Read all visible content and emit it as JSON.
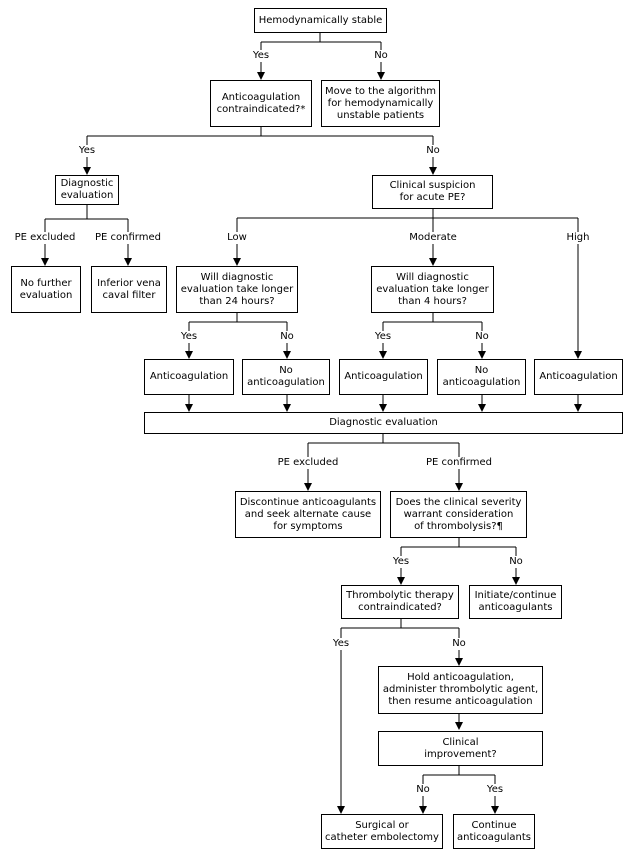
{
  "nodes": {
    "hemo_stable": "Hemodynamically stable",
    "anticoag_contra": "Anticoagulation\ncontraindicated?*",
    "unstable_algo": "Move to the algorithm\nfor hemodynamically\nunstable patients",
    "diag_eval_left": "Diagnostic\nevaluation",
    "clinical_suspicion": "Clinical suspicion\nfor acute PE?",
    "no_further": "No further\nevaluation",
    "ivc_filter": "Inferior vena\ncaval filter",
    "low_q": "Will diagnostic\nevaluation take longer\nthan 24 hours?",
    "mod_q": "Will diagnostic\nevaluation take longer\nthan 4 hours?",
    "anticoag_1": "Anticoagulation",
    "no_anticoag_1": "No\nanticoagulation",
    "anticoag_2": "Anticoagulation",
    "no_anticoag_2": "No\nanticoagulation",
    "anticoag_3": "Anticoagulation",
    "diag_eval_main": "Diagnostic evaluation",
    "discontinue": "Discontinue anticoagulants\nand seek alternate cause\nfor symptoms",
    "severity_q": "Does the clinical severity\nwarrant consideration\nof thrombolysis?¶",
    "thrombo_contra": "Thrombolytic therapy\ncontraindicated?",
    "initiate_continue": "Initiate/continue\nanticoagulants",
    "hold_anticoag": "Hold anticoagulation,\nadminister thrombolytic agent,\nthen resume anticoagulation",
    "clinical_improvement": "Clinical\nimprovement?",
    "surgical": "Surgical or\ncatheter embolectomy",
    "continue_anticoag": "Continue\nanticoagulants"
  },
  "labels": {
    "yes_1": "Yes",
    "no_1": "No",
    "yes_2": "Yes",
    "no_2": "No",
    "pe_excluded_1": "PE excluded",
    "pe_confirmed_1": "PE confirmed",
    "low": "Low",
    "moderate": "Moderate",
    "high": "High",
    "yes_3": "Yes",
    "no_3": "No",
    "yes_4": "Yes",
    "no_4": "No",
    "pe_excluded_2": "PE excluded",
    "pe_confirmed_2": "PE confirmed",
    "yes_5": "Yes",
    "no_5": "No",
    "yes_6": "Yes",
    "no_6": "No",
    "no_7": "No",
    "yes_7": "Yes"
  }
}
